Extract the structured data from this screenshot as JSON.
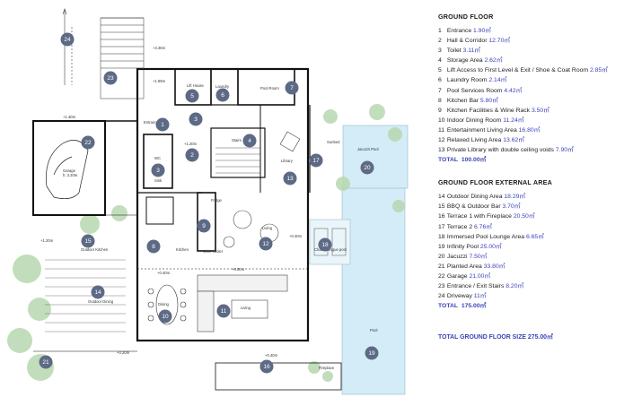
{
  "colors": {
    "badge": "#5d6a85",
    "area_text": "#3b43b8",
    "wall": "#111111",
    "pool": "#d4ecf7",
    "planting": "#b8d8b0"
  },
  "ground_floor": {
    "title": "GROUND FLOOR",
    "rooms": [
      {
        "num": "1",
        "name": "Entrance",
        "area": "1.90㎡"
      },
      {
        "num": "2",
        "name": "Hall & Corridor",
        "area": "12.70㎡"
      },
      {
        "num": "3",
        "name": "Toilet",
        "area": "3.11㎡"
      },
      {
        "num": "4",
        "name": "Storage Area",
        "area": "2.62㎡"
      },
      {
        "num": "5",
        "name": "Lift Access to First Level & Exit / Shoe & Coat Room",
        "area": "2.85㎡"
      },
      {
        "num": "6",
        "name": "Laundry Room",
        "area": "2.14㎡"
      },
      {
        "num": "7",
        "name": "Pool Services Room",
        "area": "4.42㎡"
      },
      {
        "num": "8",
        "name": "Kitchen Bar",
        "area": "5.80㎡"
      },
      {
        "num": "9",
        "name": "Kitchen Facilities & Wine Rack",
        "area": "3.50㎡"
      },
      {
        "num": "10",
        "name": "Indoor Dining Room",
        "area": "11.24㎡"
      },
      {
        "num": "11",
        "name": "Entertainment Living Area",
        "area": "16.80㎡"
      },
      {
        "num": "12",
        "name": "Relaxed Living Area",
        "area": "13.62㎡"
      },
      {
        "num": "13",
        "name": "Private Library with double ceiling voids",
        "area": "7.90㎡"
      }
    ],
    "total_label": "TOTAL",
    "total_value": "100.00㎡"
  },
  "external": {
    "title": "GROUND FLOOR EXTERNAL AREA",
    "rooms": [
      {
        "num": "14",
        "name": "Outdoor Dining Area",
        "area": "18.29㎡"
      },
      {
        "num": "15",
        "name": "BBQ & Outdoor Bar",
        "area": "3.70㎡"
      },
      {
        "num": "16",
        "name": "Terrace 1 with Fireplace",
        "area": "20.50㎡"
      },
      {
        "num": "17",
        "name": "Terrace 2",
        "area": "6.76㎡"
      },
      {
        "num": "18",
        "name": "Immersed Pool Lounge Area",
        "area": "6.65㎡"
      },
      {
        "num": "19",
        "name": "Infinity Pool",
        "area": "25.00㎡"
      },
      {
        "num": "20",
        "name": "Jacuzzi",
        "area": "7.50㎡"
      },
      {
        "num": "21",
        "name": "Planted Area",
        "area": "33.80㎡"
      },
      {
        "num": "22",
        "name": "Garage",
        "area": "21.00㎡"
      },
      {
        "num": "23",
        "name": "Entrance / Exit Stairs",
        "area": "8.20㎡"
      },
      {
        "num": "24",
        "name": "Driveway",
        "area": "11㎡"
      }
    ],
    "total_label": "TOTAL",
    "total_value": "175.00㎡"
  },
  "grand_total": "TOTAL GROUND FLOOR SIZE 275.00㎡",
  "plan_labels": {
    "garage": "Garage",
    "garage_dim": "h: 3.20m",
    "lift_house": "Lift House",
    "laundry": "Laundry",
    "pool_room": "Pool Room",
    "stairs": "Stairs",
    "wc": "WC",
    "sink": "Sink",
    "kitchen": "Kitchen",
    "fridge": "Fridge",
    "wine_cooler": "Wine cooler",
    "dining": "Dining",
    "living": "Living",
    "library": "Library",
    "sunbed": "Sunbed",
    "jacuzzi_pool": "Jacuzzi Pool",
    "pool": "Pool",
    "fireplace": "Fireplace",
    "outdoor_kitchen": "Outdoor Kitchen",
    "outdoor_dining": "Outdoor Dining",
    "chaise_longue": "Chaise longue pool",
    "entrance": "Entrance",
    "lev_1": "+1.30m",
    "lev_2": "+1.20m",
    "lev_3": "+0.40m",
    "lev_4": "+0.80m",
    "lev_5": "+0.20m",
    "lev_6": "+3.36m",
    "lev_7": "+1.89m"
  },
  "badges": [
    {
      "n": "1"
    },
    {
      "n": "2"
    },
    {
      "n": "3"
    },
    {
      "n": "3"
    },
    {
      "n": "4"
    },
    {
      "n": "5"
    },
    {
      "n": "6"
    },
    {
      "n": "7"
    },
    {
      "n": "8"
    },
    {
      "n": "9"
    },
    {
      "n": "10"
    },
    {
      "n": "11"
    },
    {
      "n": "12"
    },
    {
      "n": "13"
    },
    {
      "n": "14"
    },
    {
      "n": "15"
    },
    {
      "n": "16"
    },
    {
      "n": "17"
    },
    {
      "n": "18"
    },
    {
      "n": "19"
    },
    {
      "n": "20"
    },
    {
      "n": "21"
    },
    {
      "n": "22"
    },
    {
      "n": "23"
    },
    {
      "n": "24"
    }
  ]
}
